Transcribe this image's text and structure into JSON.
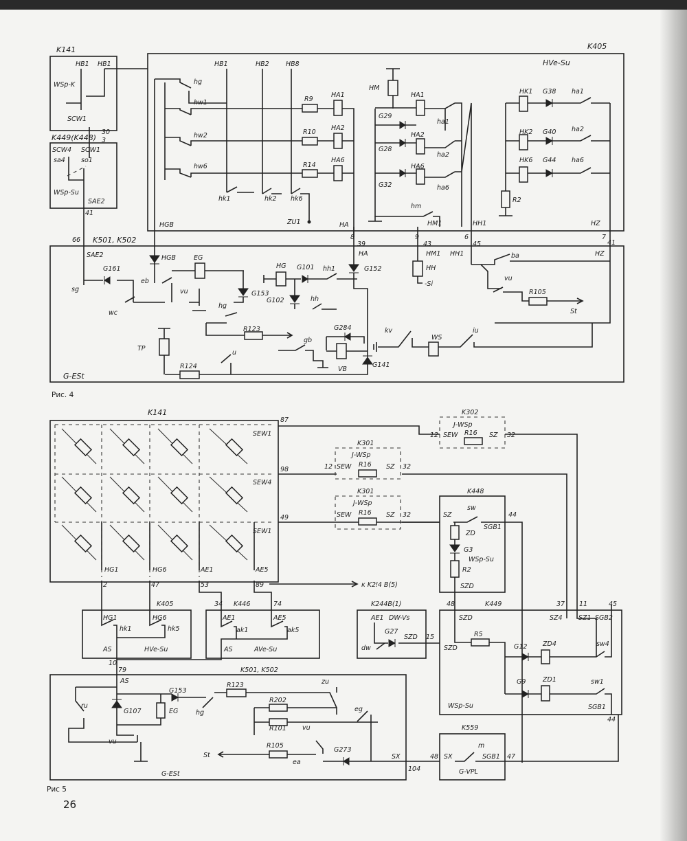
{
  "fig4": {
    "caption": "Рис. 4",
    "modules": {
      "k141": "K141",
      "k405": "K405",
      "k449": "K449(K448)",
      "k501": "K501, K502"
    },
    "groups": {
      "hve_su": "HVe-Su",
      "g_est": "G-ESt"
    },
    "k141_inner": {
      "hb1a": "HB1",
      "hb1b": "HB1",
      "wsp_k": "WSp-K",
      "scw1": "SCW1",
      "p30": "30",
      "p3": "3"
    },
    "k449_inner": {
      "scw4": "SCW4",
      "scw1": "SCW1",
      "sa4": "sa4",
      "so1": "so1",
      "wsp_su": "WSp-Su",
      "sae2": "SAE2",
      "p41": "41"
    },
    "k405_inner": {
      "hb1": "HB1",
      "hb2": "HB2",
      "hb8": "HB8",
      "hg": "hg",
      "hw1": "hw1",
      "hw2": "hw2",
      "hw6": "hw6",
      "r9": "R9",
      "r10": "R10",
      "r14": "R14",
      "ha1": "HA1",
      "ha2": "HA2",
      "ha6": "HA6",
      "hk1": "hk1",
      "hk2": "hk2",
      "hk6": "hk6",
      "hm": "HM",
      "g29": "G29",
      "g28": "G28",
      "g32": "G32",
      "ha1c": "HA1",
      "ha2c": "HA2",
      "ha6c": "HA6",
      "ha1s": "ha1",
      "ha2s": "ha2",
      "ha6s": "ha6",
      "hm_s": "hm",
      "hk1c": "HK1",
      "hk2c": "HK2",
      "hk6c": "HK6",
      "g38": "G38",
      "g40": "G40",
      "g44": "G44",
      "ha1r": "ha1",
      "ha2r": "ha2",
      "ha6r": "ha6",
      "r2": "R2",
      "hgb": "HGB",
      "zu1": "ZU1",
      "ha": "HA",
      "hm1": "HM1",
      "hh1": "HH1",
      "hz": "HZ",
      "p8": "8",
      "p9": "9",
      "p6": "6",
      "p7": "7"
    },
    "k501_inner": {
      "p66": "66",
      "p39": "39",
      "p43": "43",
      "p45": "45",
      "p41": "41",
      "sae2": "SAE2",
      "g161": "G161",
      "sg": "sg",
      "wc": "wc",
      "hgb": "HGB",
      "eb": "eb",
      "eg": "EG",
      "vu": "vu",
      "g153": "G153",
      "hg": "HG",
      "g101": "G101",
      "g102": "G102",
      "hh1": "hh1",
      "hh": "hh",
      "ha": "HA",
      "g152": "G152",
      "hm1": "HM1",
      "hh1b": "HH1",
      "hh_coil": "HH",
      "si": "-Si",
      "ba": "ba",
      "hz": "HZ",
      "vu3": "vu",
      "r105": "R105",
      "st": "St",
      "hg_s": "hg",
      "r123": "R123",
      "gb": "gb",
      "g284": "G284",
      "vb": "VB",
      "g141": "G141",
      "kv": "kv",
      "ws": "WS",
      "iu": "iu",
      "tp": "TP",
      "r124": "R124",
      "u": "u"
    }
  },
  "fig5": {
    "caption": "Рис 5",
    "page_number": "26",
    "k141": {
      "label": "K141",
      "p87": "87",
      "p98": "98",
      "p49": "49",
      "sew1a": "SEW1",
      "sew4": "SEW4",
      "sew1b": "SEW1",
      "hg1": "HG1",
      "hg6": "HG6",
      "ae1": "AE1",
      "ae5": "AE5",
      "p2": "2",
      "p47": "47",
      "p53": "53",
      "p89": "89"
    },
    "k302": {
      "label": "K302",
      "title": "J-WSp",
      "sew": "SEW",
      "r16": "R16",
      "sz": "SZ",
      "p12": "12",
      "p32": "32"
    },
    "k301a": {
      "label": "K301",
      "title": "J-WSp",
      "sew": "SEW",
      "r16": "R16",
      "sz": "SZ",
      "p12": "12",
      "p32": "32"
    },
    "k301b": {
      "label": "K301",
      "title": "J-WSp",
      "sew": "SEW",
      "r16": "R16",
      "sz": "SZ",
      "p32": "32"
    },
    "k448": {
      "label": "K448",
      "sz": "SZ",
      "sw": "sw",
      "sgb1": "SGB1",
      "zd": "ZD",
      "g3": "G3",
      "wsp_su": "WSp-Su",
      "r2": "R2",
      "szd": "SZD",
      "p44": "44"
    },
    "arrow_to": "к K2ǃ4 B(5)",
    "k405": {
      "label": "K405",
      "hg1": "HG1",
      "hg6": "HG6",
      "hk1": "hk1",
      "hk5": "hk5",
      "as": "AS",
      "hve_su": "HVe-Su",
      "p10": "10"
    },
    "k446": {
      "label": "K446",
      "p34": "34",
      "p74": "74",
      "ae1": "AE1",
      "ae5": "AE5",
      "ak1": "ak1",
      "ak5": "ak5",
      "as": "AS",
      "ave_su": "AVe-Su"
    },
    "k244": {
      "label": "K244B(1)",
      "ae1": "AE1",
      "dw_vs": "DW-Vs",
      "g27": "G27",
      "szd": "SZD",
      "dw": "dw",
      "p15": "15"
    },
    "k449": {
      "label": "K449",
      "p48": "48",
      "p37": "37",
      "p11": "11",
      "p45": "45",
      "szd_top": "SZD",
      "sz4": "SZ4",
      "sz1": "SZ1",
      "sgb2": "SGB2",
      "szd": "SZD",
      "r5": "R5",
      "g12": "G12",
      "zd4": "ZD4",
      "sw4": "sw4",
      "g9": "G9",
      "zd1": "ZD1",
      "sw1": "sw1",
      "wsp_su": "WSp-Su",
      "sgb1": "SGB1",
      "p44": "44"
    },
    "k501": {
      "label": "K501, K502",
      "p79": "79",
      "as": "AS",
      "ru": "ru",
      "g107": "G107",
      "vu": "vu",
      "g153": "G153",
      "eg": "EG",
      "hg": "hg",
      "r123": "R123",
      "zu": "zu",
      "r202": "R202",
      "r101": "R101",
      "vu2": "vu",
      "r105": "R105",
      "eg_s": "eg",
      "ea": "ea",
      "g273": "G273",
      "sx": "SX",
      "st": "St",
      "g_est": "G-ESt",
      "p104": "104"
    },
    "k559": {
      "label": "K559",
      "m": "m",
      "sx": "SX",
      "sgb1": "SGB1",
      "p48": "48",
      "p47": "47",
      "g_vpl": "G-VPL"
    }
  }
}
